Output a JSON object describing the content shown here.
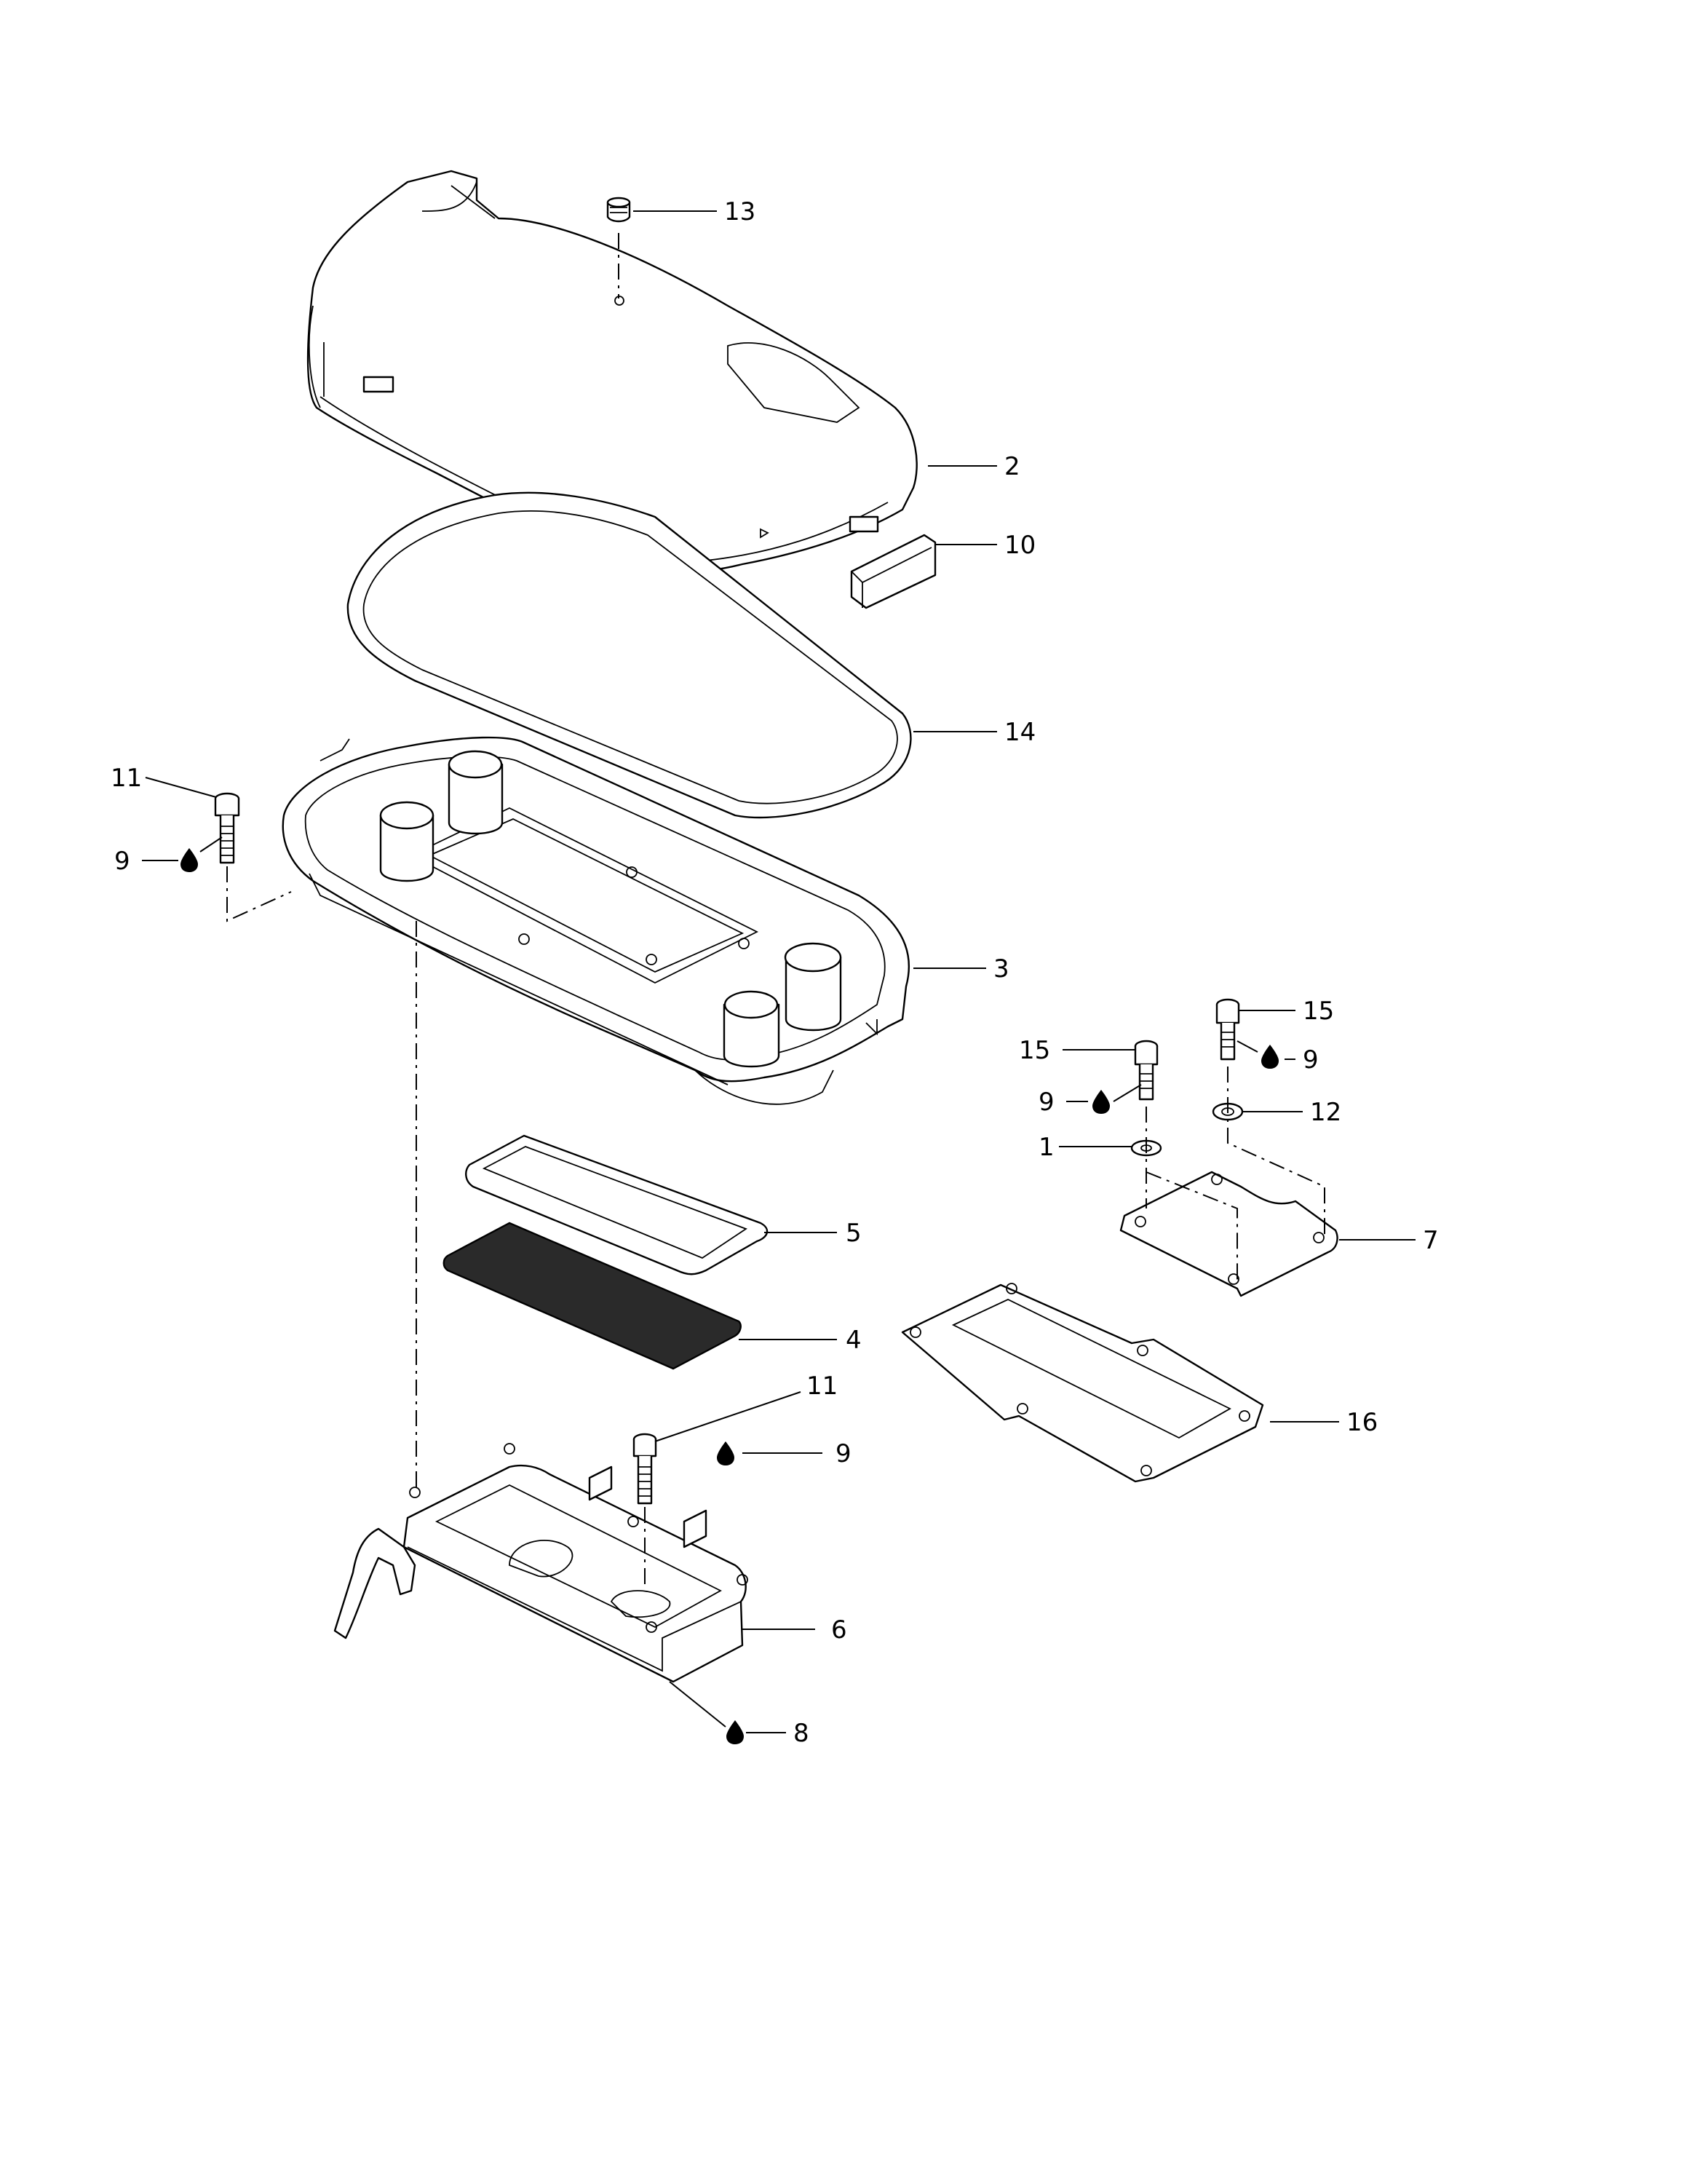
{
  "callouts": [
    {
      "id": "13",
      "label": "13"
    },
    {
      "id": "2",
      "label": "2"
    },
    {
      "id": "10",
      "label": "10"
    },
    {
      "id": "14",
      "label": "14"
    },
    {
      "id": "11a",
      "label": "11"
    },
    {
      "id": "9a",
      "label": "9"
    },
    {
      "id": "3",
      "label": "3"
    },
    {
      "id": "15a",
      "label": "15"
    },
    {
      "id": "15b",
      "label": "15"
    },
    {
      "id": "9b",
      "label": "9"
    },
    {
      "id": "9c",
      "label": "9"
    },
    {
      "id": "12",
      "label": "12"
    },
    {
      "id": "1",
      "label": "1"
    },
    {
      "id": "7",
      "label": "7"
    },
    {
      "id": "5",
      "label": "5"
    },
    {
      "id": "4",
      "label": "4"
    },
    {
      "id": "16",
      "label": "16"
    },
    {
      "id": "11b",
      "label": "11"
    },
    {
      "id": "9d",
      "label": "9"
    },
    {
      "id": "6",
      "label": "6"
    },
    {
      "id": "8",
      "label": "8"
    }
  ],
  "icons": {
    "lubricant_drop": "drop-icon"
  }
}
